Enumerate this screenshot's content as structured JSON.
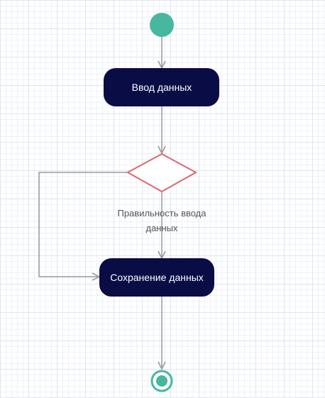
{
  "diagram": {
    "type": "activity",
    "nodes": {
      "start": {
        "kind": "initial"
      },
      "input": {
        "kind": "action",
        "label": "Ввод данных"
      },
      "decision": {
        "kind": "decision"
      },
      "save": {
        "kind": "action",
        "label": "Сохранение данных"
      },
      "end": {
        "kind": "final"
      }
    },
    "edges": {
      "decision_label_line1": "Правильность ввода",
      "decision_label_line2": "данных"
    }
  },
  "colors": {
    "node_fill": "#0a0d45",
    "start_end": "#47b7a0",
    "decision_stroke": "#e06570",
    "edge": "#999999"
  }
}
